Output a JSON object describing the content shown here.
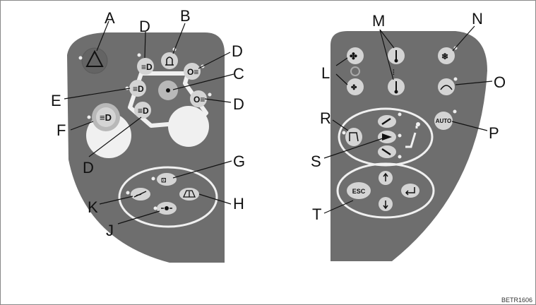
{
  "figure_code": "BETR1606",
  "left_panel": {
    "callouts": [
      "A",
      "B",
      "C",
      "D",
      "D",
      "D",
      "D",
      "E",
      "F",
      "G",
      "H",
      "J",
      "K"
    ]
  },
  "right_panel": {
    "callouts": [
      "L",
      "M",
      "N",
      "O",
      "P",
      "R",
      "S",
      "T"
    ],
    "buttons": {
      "auto": "AUTO",
      "esc": "ESC"
    }
  },
  "colors": {
    "panel": "#6e6e6e",
    "button": "#d4d4d4",
    "accent": "#b8b8b8",
    "outline": "#f2f2f2"
  }
}
